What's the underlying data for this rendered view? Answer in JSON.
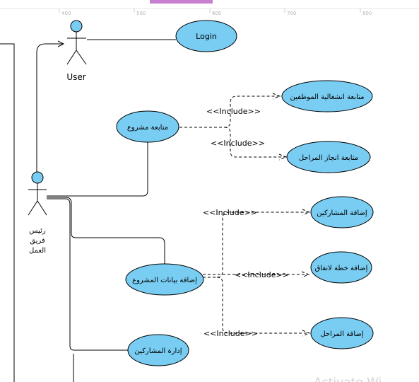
{
  "ruler": {
    "ticks": [
      "400",
      "500",
      "600",
      "700",
      "800"
    ]
  },
  "colors": {
    "usecase_fill": "#79cdf3",
    "actor_head_fill": "#79cdf3",
    "stroke": "#000000",
    "accent_tab": "#c87fd1"
  },
  "actors": {
    "user": {
      "label": "User"
    },
    "team_leader": {
      "label_lines": [
        "رئيس",
        "فريق",
        "العمل"
      ]
    }
  },
  "use_cases": {
    "login": "Login",
    "follow_project": "متابعة مشروع",
    "follow_employees": "متابعة انشغالية الموظفين",
    "follow_stages": "متابعة انجاز المراحل",
    "add_participants": "إضافة المشاركين",
    "add_project_data": "إضافة بيانات المشروع",
    "add_plan": "إضافة خطة لانفاق",
    "add_stages": "إضافة المراحل",
    "manage_participants": "إدارة المشاركين"
  },
  "relations": {
    "include": "<<Include>>"
  },
  "watermark": {
    "text": "Activate Wi"
  }
}
